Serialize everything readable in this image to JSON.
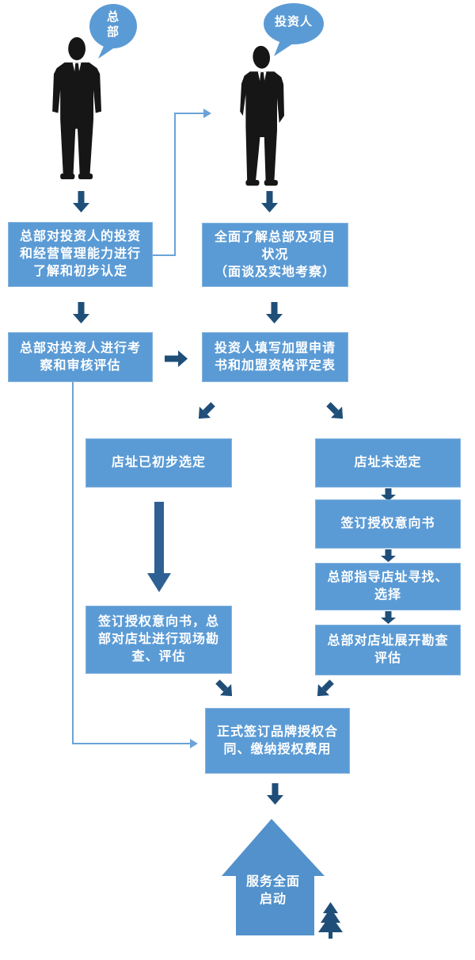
{
  "colors": {
    "box_blue": "#5b9bd5",
    "house_blue": "#5291cb",
    "arrow_dark": "#1f4e79",
    "arrow_steel": "#2e6093",
    "connector_blue": "#6ba3d8",
    "silhouette": "#161616",
    "text_white": "#ffffff"
  },
  "actors": {
    "headquarters": {
      "label": "总\n部"
    },
    "investor": {
      "label": "投资人"
    }
  },
  "flow": {
    "hq_initial_assessment": "总部对投资人的投资\n和经营管理能力进行\n了解和初步认定",
    "investor_research": "全面了解总部及项目\n状况\n（面谈及实地考察）",
    "hq_review": "总部对投资人进行考\n察和审核评估",
    "application_form": "投资人填写加盟申请\n书和加盟资格评定表",
    "site_selected": "店址已初步选定",
    "site_not_selected": "店址未选定",
    "sign_loi": "签订授权意向书",
    "hq_guide_site_search": "总部指导店址寻找、\n选择",
    "hq_site_survey": "总部对店址展开勘查\n评估",
    "sign_loi_field_survey": "签订授权意向书，总\n部对店址进行现场勘\n查、评估",
    "sign_contract": "正式签订品牌授权合\n同、缴纳授权费用",
    "service_start": "服务全面\n启动"
  }
}
